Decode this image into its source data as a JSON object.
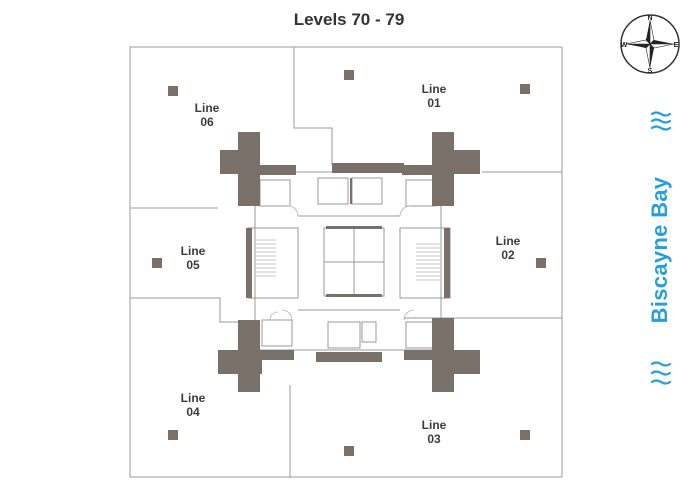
{
  "title": "Levels 70 - 79",
  "compass": {
    "n": "N",
    "e": "E",
    "s": "S",
    "w": "W"
  },
  "water_label": "Biscayne Bay",
  "units": [
    {
      "name": "Line",
      "number": "01"
    },
    {
      "name": "Line",
      "number": "02"
    },
    {
      "name": "Line",
      "number": "03"
    },
    {
      "name": "Line",
      "number": "04"
    },
    {
      "name": "Line",
      "number": "05"
    },
    {
      "name": "Line",
      "number": "06"
    }
  ],
  "colors": {
    "structure": "#7a706a",
    "wall": "#9a9a9a",
    "water": "#2a9ed8",
    "text": "#333333"
  }
}
